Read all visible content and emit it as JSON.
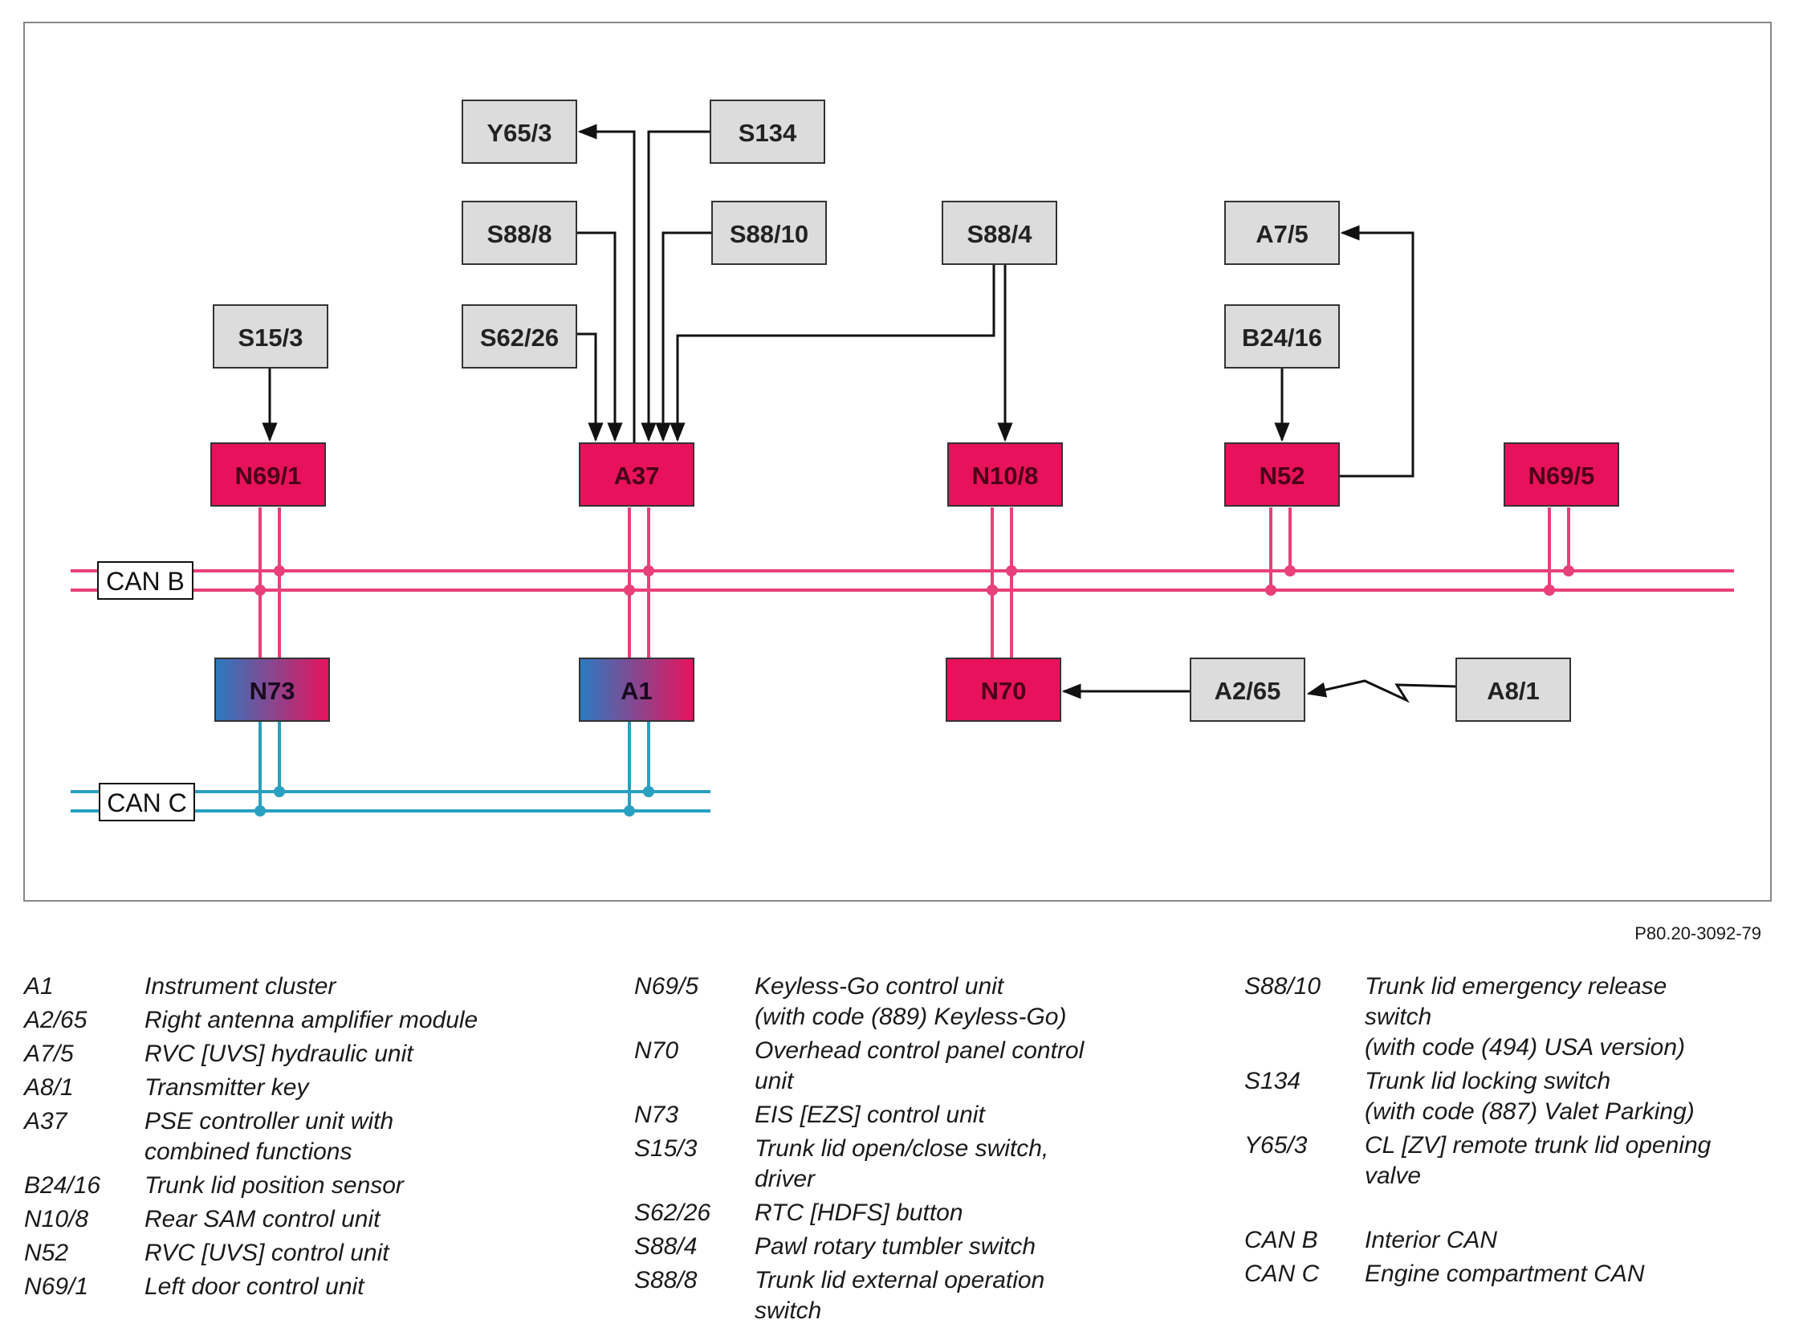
{
  "diagram": {
    "reference": "P80.20-3092-79",
    "boxes": {
      "Y65_3": "Y65/3",
      "S134": "S134",
      "S88_8": "S88/8",
      "S88_10": "S88/10",
      "S88_4": "S88/4",
      "A7_5": "A7/5",
      "S15_3": "S15/3",
      "S62_26": "S62/26",
      "B24_16": "B24/16",
      "N69_1": "N69/1",
      "A37": "A37",
      "N10_8": "N10/8",
      "N52": "N52",
      "N69_5": "N69/5",
      "N73": "N73",
      "A1": "A1",
      "N70": "N70",
      "A2_65": "A2/65",
      "A8_1": "A8/1"
    },
    "buses": {
      "can_b": "CAN B",
      "can_c": "CAN C"
    },
    "colors": {
      "module_fill": "#e8125c",
      "sensor_fill": "#dcdcdc",
      "can_b_line": "#e8407a",
      "can_c_line": "#2aa0c0",
      "gradient_left": "#2a7ac0"
    }
  },
  "legend": {
    "col1": [
      {
        "code": "A1",
        "desc": "Instrument cluster"
      },
      {
        "code": "A2/65",
        "desc": "Right antenna amplifier module"
      },
      {
        "code": "A7/5",
        "desc": "RVC [UVS] hydraulic unit"
      },
      {
        "code": "A8/1",
        "desc": "Transmitter key"
      },
      {
        "code": "A37",
        "desc": "PSE controller unit with\ncombined functions"
      },
      {
        "code": "B24/16",
        "desc": "Trunk lid position sensor"
      },
      {
        "code": "N10/8",
        "desc": "Rear SAM control unit"
      },
      {
        "code": "N52",
        "desc": "RVC [UVS] control unit"
      },
      {
        "code": "N69/1",
        "desc": "Left door control unit"
      }
    ],
    "col2": [
      {
        "code": "N69/5",
        "desc": "Keyless-Go control unit\n(with code (889) Keyless-Go)"
      },
      {
        "code": "N70",
        "desc": "Overhead control panel control\nunit"
      },
      {
        "code": "N73",
        "desc": "EIS [EZS] control unit"
      },
      {
        "code": "S15/3",
        "desc": "Trunk lid open/close switch,\ndriver"
      },
      {
        "code": "S62/26",
        "desc": "RTC [HDFS] button"
      },
      {
        "code": "S88/4",
        "desc": "Pawl rotary tumbler switch"
      },
      {
        "code": "S88/8",
        "desc": "Trunk lid external operation\nswitch"
      }
    ],
    "col3": [
      {
        "code": "S88/10",
        "desc": "Trunk lid emergency release\nswitch\n(with code (494) USA version)"
      },
      {
        "code": "S134",
        "desc": "Trunk lid locking switch\n(with code (887)  Valet Parking)"
      },
      {
        "code": "Y65/3",
        "desc": "CL [ZV] remote trunk lid opening\nvalve"
      }
    ],
    "col3b": [
      {
        "code": "CAN B",
        "desc": "Interior CAN"
      },
      {
        "code": "CAN C",
        "desc": "Engine compartment CAN"
      }
    ]
  }
}
